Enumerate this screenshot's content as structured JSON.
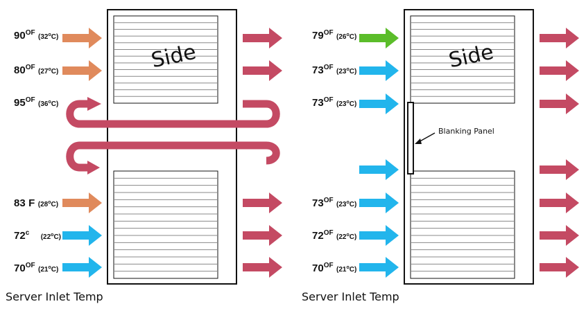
{
  "left": {
    "side_label": "Side",
    "caption": "Server Inlet Temp",
    "inlets": [
      {
        "f": "90",
        "f_unit": "OF",
        "c": "(32oC)",
        "kind": "hot"
      },
      {
        "f": "80",
        "f_unit": "OF",
        "c": "(27oC)",
        "kind": "hot"
      },
      {
        "f": "95",
        "f_unit": "OF",
        "c": "(36oC)",
        "kind": "recirc"
      },
      {
        "f": "83",
        "f_unit": "F",
        "c": "(28oC)",
        "kind": "hot"
      },
      {
        "f": "72",
        "f_unit": "c",
        "c": "(22oC)",
        "kind": "cold"
      },
      {
        "f": "70",
        "f_unit": "OF",
        "c": "(21oC)",
        "kind": "cold"
      }
    ]
  },
  "right": {
    "side_label": "Side",
    "caption": "Server Inlet Temp",
    "blanking_label": "Blanking Panel",
    "inlets": [
      {
        "f": "79",
        "f_unit": "OF",
        "c": "(26oC)",
        "kind": "green"
      },
      {
        "f": "73",
        "f_unit": "OF",
        "c": "(23oC)",
        "kind": "cold"
      },
      {
        "f": "73",
        "f_unit": "OF",
        "c": "(23oC)",
        "kind": "cold"
      },
      {
        "f": "",
        "f_unit": "",
        "c": "",
        "kind": "cold"
      },
      {
        "f": "73",
        "f_unit": "OF",
        "c": "(23oC)",
        "kind": "cold"
      },
      {
        "f": "72",
        "f_unit": "OF",
        "c": "(22oC)",
        "kind": "cold"
      },
      {
        "f": "70",
        "f_unit": "OF",
        "c": "(21oC)",
        "kind": "cold"
      }
    ]
  },
  "colors": {
    "hot": "#e08a5c",
    "cold": "#22b5ec",
    "green": "#5bbd2a",
    "exhaust": "#c44a63",
    "outline": "#111111",
    "grille": "#888888"
  }
}
